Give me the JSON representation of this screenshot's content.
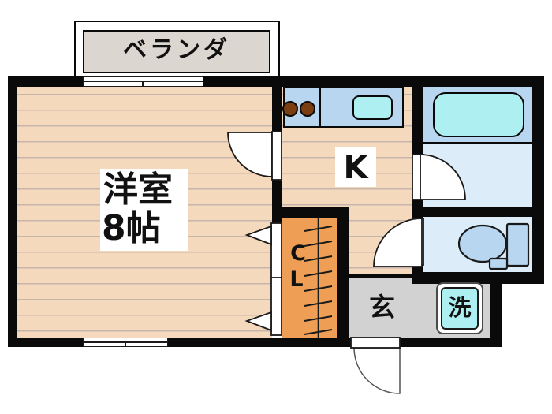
{
  "labels": {
    "veranda": "ベランダ",
    "room_line1": "洋室",
    "room_line2": "8帖",
    "kitchen": "K",
    "closet_line1": "C",
    "closet_line2": "L",
    "entrance": "玄",
    "washer": "洗"
  },
  "colors": {
    "wall": "#0a0a0a",
    "floor_wood": "#f5d9bc",
    "floor_wood_line": "#c6b5ab",
    "closet": "#ef9f55",
    "entrance_floor": "#d2d2d2",
    "veranda": "#dcd6d0",
    "fixture_blue": "#b9d6f0",
    "fixture_cyan": "#aeeff2",
    "wet_floor": "#dcedf9",
    "burner_brown": "#7c3d10"
  },
  "fixtures": [
    "bathtub",
    "toilet",
    "kitchen-sink",
    "stove-burners",
    "washing-machine",
    "sliding-window",
    "hinged-door",
    "folding-closet-door",
    "entry-door"
  ]
}
